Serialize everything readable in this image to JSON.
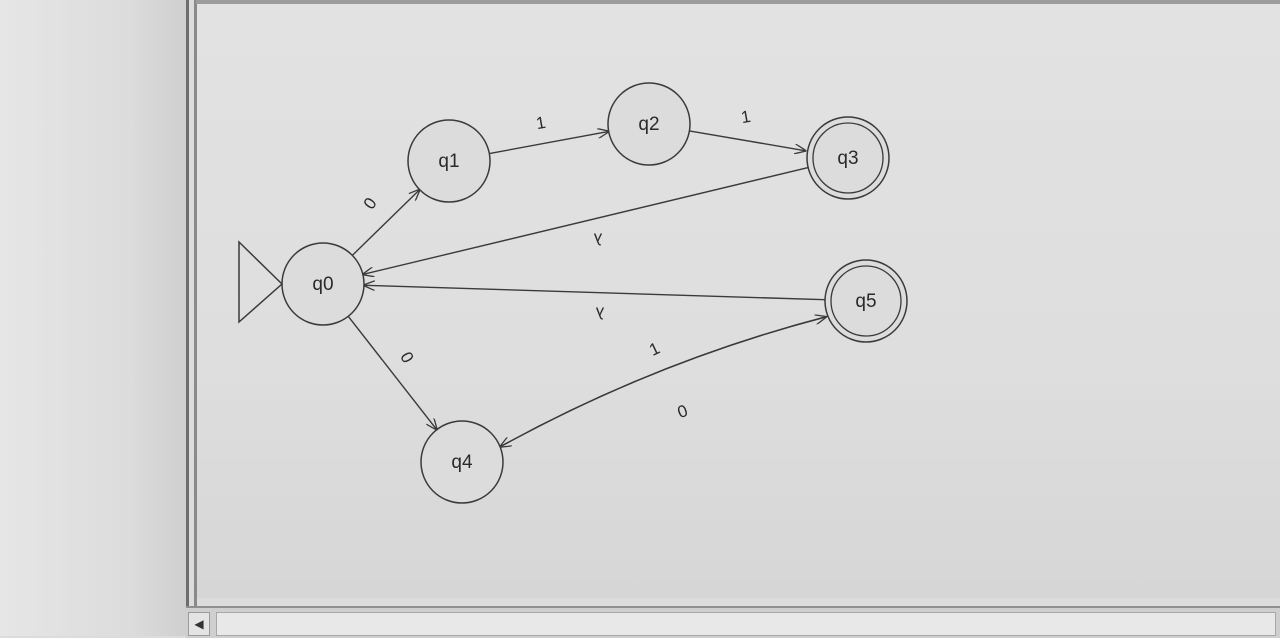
{
  "automaton": {
    "states": [
      {
        "id": "q0",
        "label": "q0",
        "initial": true,
        "final": false
      },
      {
        "id": "q1",
        "label": "q1",
        "initial": false,
        "final": false
      },
      {
        "id": "q2",
        "label": "q2",
        "initial": false,
        "final": false
      },
      {
        "id": "q3",
        "label": "q3",
        "initial": false,
        "final": true
      },
      {
        "id": "q4",
        "label": "q4",
        "initial": false,
        "final": false
      },
      {
        "id": "q5",
        "label": "q5",
        "initial": false,
        "final": true
      }
    ],
    "transitions": [
      {
        "id": "t01",
        "from": "q0",
        "to": "q1",
        "label": "0"
      },
      {
        "id": "t12",
        "from": "q1",
        "to": "q2",
        "label": "1"
      },
      {
        "id": "t23",
        "from": "q2",
        "to": "q3",
        "label": "1"
      },
      {
        "id": "t30",
        "from": "q3",
        "to": "q0",
        "label": "λ"
      },
      {
        "id": "t50",
        "from": "q5",
        "to": "q0",
        "label": "λ"
      },
      {
        "id": "t04",
        "from": "q0",
        "to": "q4",
        "label": "0"
      },
      {
        "id": "t45",
        "from": "q4",
        "to": "q5",
        "label": "1"
      },
      {
        "id": "t54",
        "from": "q5",
        "to": "q4",
        "label": "0"
      }
    ]
  },
  "colors": {
    "state_fill": "#dcdcdc",
    "stroke": "#3a3a3a",
    "text": "#2a2a2a"
  },
  "icons": {
    "scroll_left": "◀"
  }
}
